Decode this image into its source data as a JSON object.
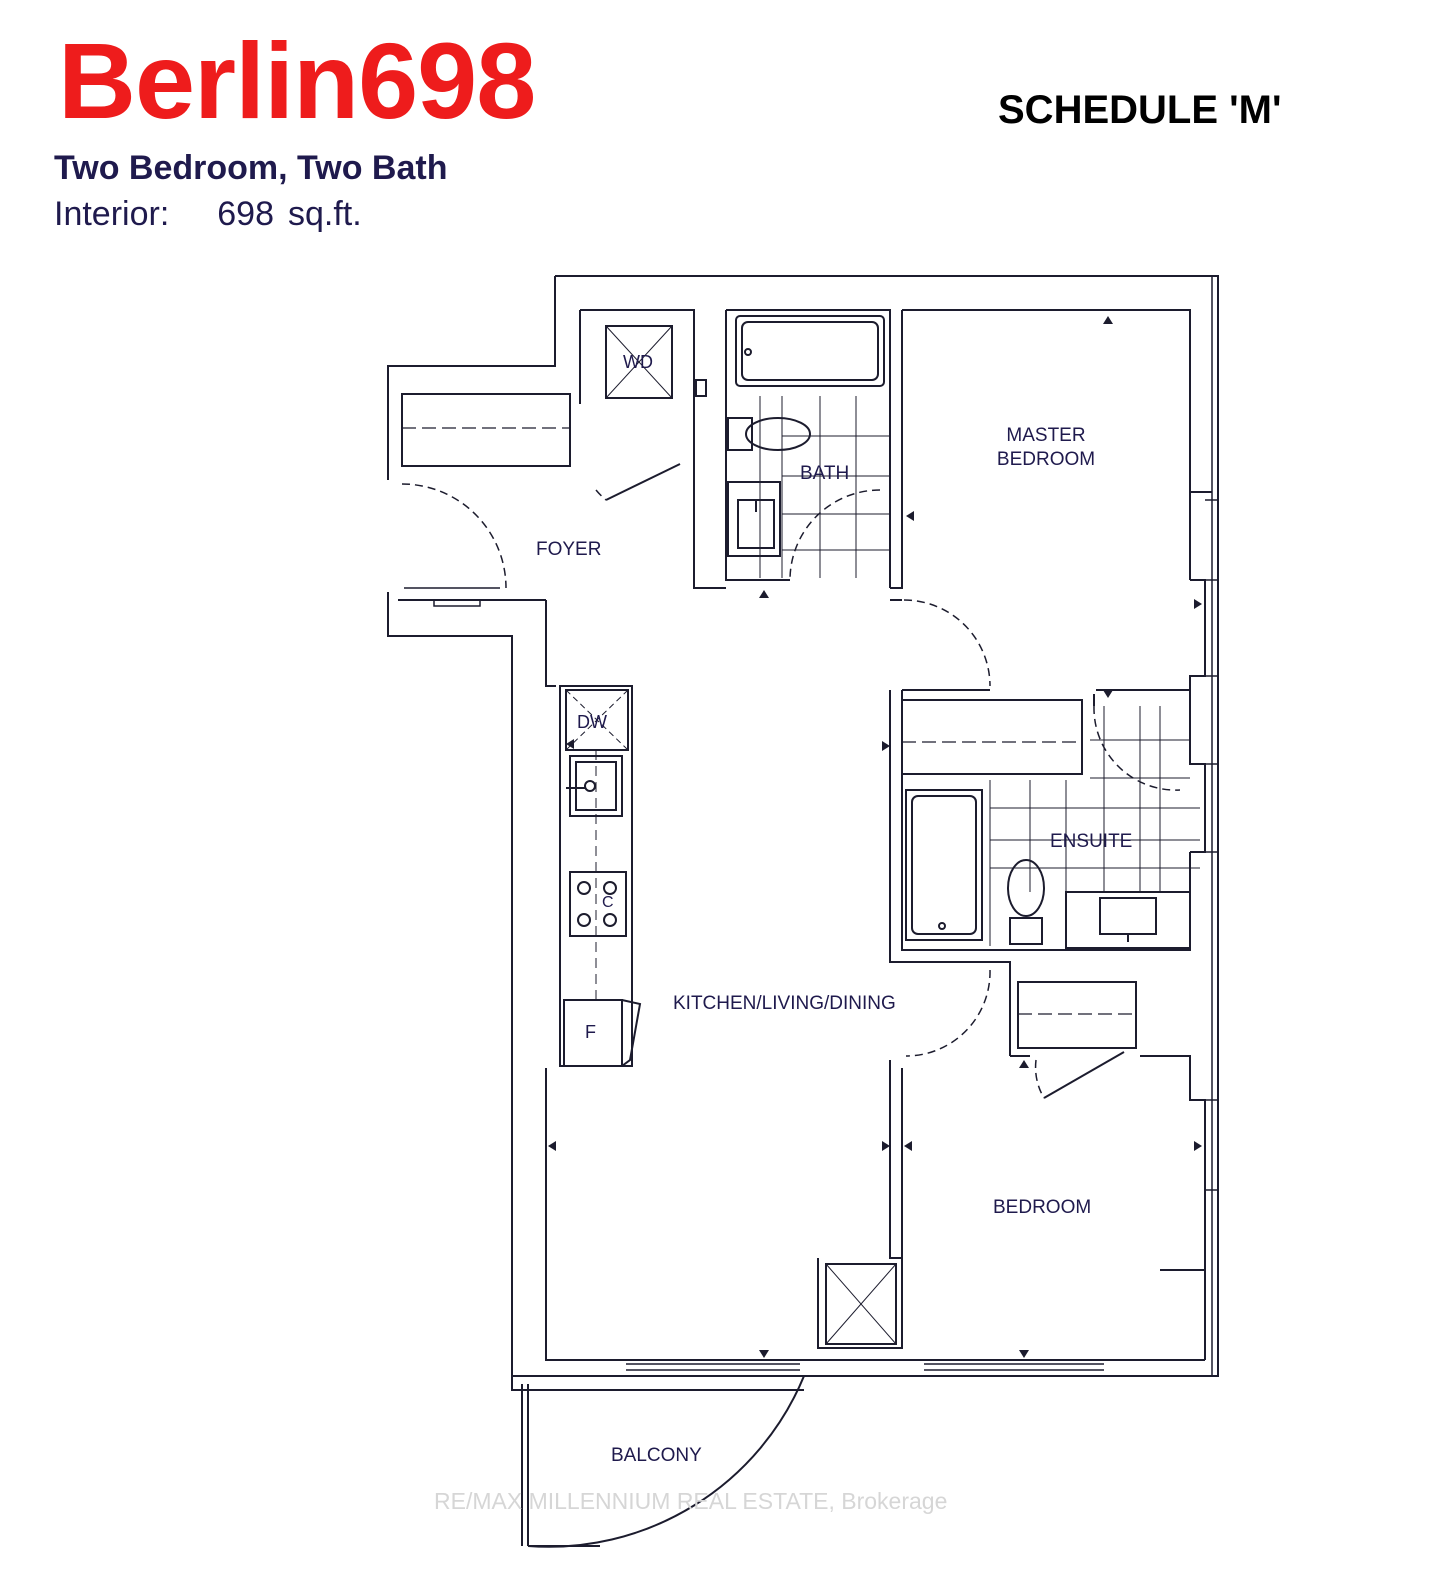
{
  "header": {
    "title": "Berlin698",
    "schedule": "SCHEDULE 'M'",
    "subtitle": "Two Bedroom, Two Bath",
    "interior_label": "Interior:",
    "interior_value": "698",
    "interior_unit": "sq.ft."
  },
  "rooms": {
    "master_bedroom": "MASTER\nBEDROOM",
    "bath": "BATH",
    "foyer": "FOYER",
    "ensuite": "ENSUITE",
    "kitchen_living_dining": "KITCHEN/LIVING/DINING",
    "bedroom": "BEDROOM",
    "balcony": "BALCONY"
  },
  "fixtures": {
    "washer_dryer": "WD",
    "dishwasher": "DW",
    "cooktop": "C",
    "fridge": "F"
  },
  "watermark": "RE/MAX MILLENNIUM REAL ESTATE, Brokerage",
  "colors": {
    "title": "#ee1c1c",
    "navy_text": "#1f1a4d",
    "lines": "#1c1c2e"
  }
}
